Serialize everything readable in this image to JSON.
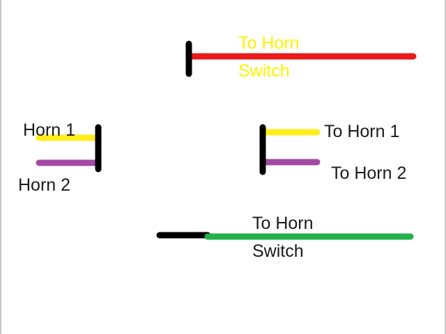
{
  "colors": {
    "background": "#ffffff",
    "black": "#000000",
    "red": "#e81a1a",
    "yellow": "#ffee1a",
    "purple": "#a349a4",
    "green": "#22b14c",
    "label_yellow": "#fff200",
    "label_dark": "#1a1a1a"
  },
  "labels": {
    "top_switch_line1": "To Horn",
    "top_switch_line2": "Switch",
    "left_horn1": "Horn 1",
    "left_horn2": "Horn 2",
    "right_to_horn1": "To Horn 1",
    "right_to_horn2": "To Horn 2",
    "bottom_switch_line1": "To Horn",
    "bottom_switch_line2": "Switch"
  }
}
